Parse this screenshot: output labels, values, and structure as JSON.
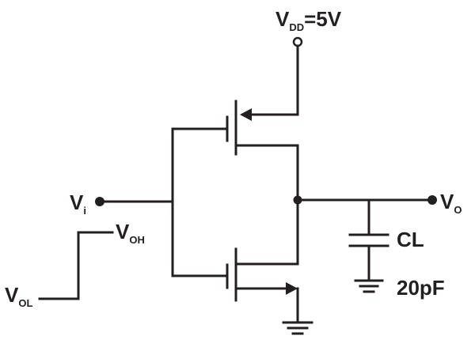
{
  "labels": {
    "vdd_main": "V",
    "vdd_sub": "DD",
    "vdd_value": "=5V",
    "vi_main": "V",
    "vi_sub": "i",
    "vo_main": "V",
    "vo_sub": "O",
    "voh_main": "V",
    "voh_sub": "OH",
    "vol_main": "V",
    "vol_sub": "OL",
    "cap_name": "CL",
    "cap_value": "20pF"
  },
  "colors": {
    "ink": "#231f20",
    "background": "#ffffff"
  }
}
